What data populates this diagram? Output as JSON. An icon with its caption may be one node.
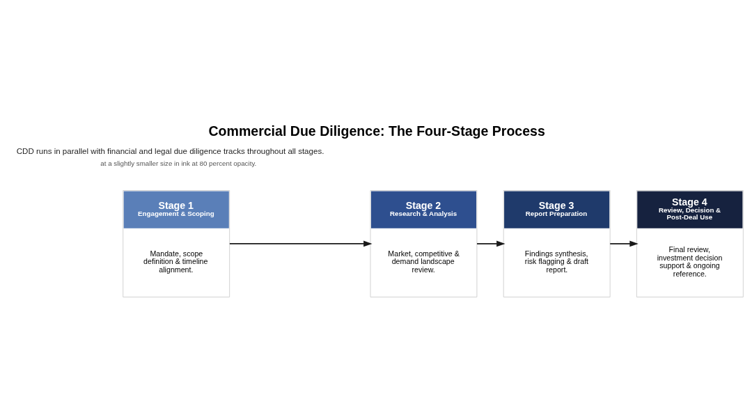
{
  "diagram": {
    "title": "Commercial Due Diligence: The Four-Stage Process",
    "nodes": [
      {
        "text": [
          "Stage 1",
          "Engagement & Scoping",
          "Mandate, scope definition & timeline alignment."
        ]
      },
      {
        "text": [
          "Stage 2",
          "Research & Analysis",
          "Market, competitive & demand landscape review."
        ]
      },
      {
        "text": [
          "Stage 3",
          "Report Preparation",
          "Findings synthesis, risk flagging & draft report."
        ]
      },
      {
        "text": [
          "Stage 4",
          "Review, Decision & Post-Deal Use",
          "Final review, investment decision support & ongoing reference."
        ]
      }
    ],
    "edges": [
      {
        "from": 0,
        "to": 1,
        "arrow": "to"
      },
      {
        "from": 1,
        "to": 2,
        "arrow": "to"
      },
      {
        "from": 2,
        "to": 3,
        "arrow": "to"
      }
    ],
    "labels": [
      "CDD runs in parallel with financial and legal due diligence tracks throughout all stages.",
      "at a slightly smaller size in ink at 80 percent opacity."
    ]
  }
}
